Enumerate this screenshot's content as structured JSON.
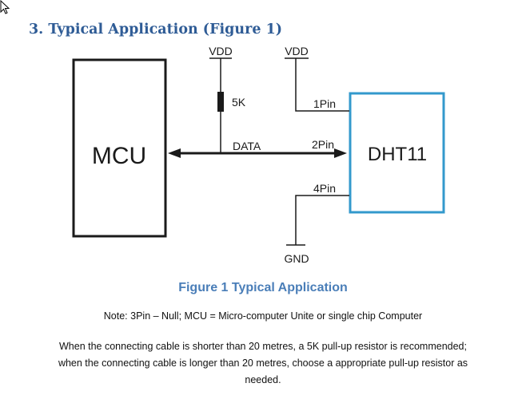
{
  "section": {
    "title": "3. Typical Application (Figure 1)"
  },
  "diagram": {
    "mcu_label": "MCU",
    "sensor_label": "DHT11",
    "vdd_left_label": "VDD",
    "vdd_right_label": "VDD",
    "resistor_label": "5K",
    "data_label": "DATA",
    "pin1_label": "1Pin",
    "pin2_label": "2Pin",
    "pin4_label": "4Pin",
    "gnd_label": "GND"
  },
  "colors": {
    "heading": "#2f5c96",
    "caption": "#4a7eb8",
    "sensor_border": "#3399cc",
    "wire": "#1a1a1a"
  },
  "caption": "Figure 1 Typical Application",
  "note": "Note: 3Pin – Null; MCU = Micro-computer Unite or single chip Computer",
  "paragraph": {
    "line1": "When the connecting cable is shorter than 20 metres, a 5K pull-up resistor is recommended;",
    "line2": "when the connecting cable is longer than 20 metres, choose a appropriate pull-up resistor as",
    "line3": "needed."
  }
}
